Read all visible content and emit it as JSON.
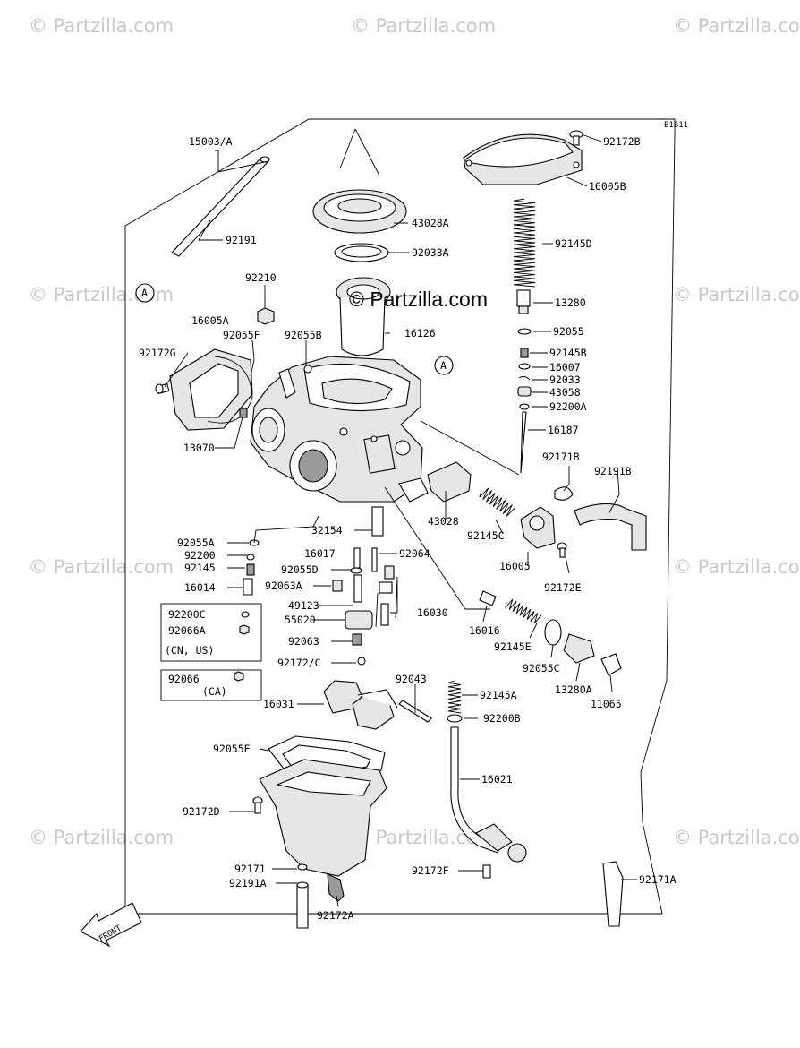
{
  "watermark": "© Partzilla.com",
  "center_watermark": "© Partzilla.com",
  "diagram_code": "E1611",
  "callout_letter": "A",
  "front_label": "FRONT",
  "labels": {
    "15003A": "15003/A",
    "92191": "92191",
    "43028A": "43028A",
    "92033A": "92033A",
    "92172B": "92172B",
    "16005B": "16005B",
    "92145D": "92145D",
    "92210": "92210",
    "13280": "13280",
    "16005A": "16005A",
    "92055F": "92055F",
    "92055B": "92055B",
    "16126": "16126",
    "92055": "92055",
    "92172G": "92172G",
    "92145B": "92145B",
    "16007": "16007",
    "92033": "92033",
    "43058": "43058",
    "92200A": "92200A",
    "13070": "13070",
    "16187": "16187",
    "92171B": "92171B",
    "92191B": "92191B",
    "43028": "43028",
    "92145C": "92145C",
    "32154": "32154",
    "16005": "16005",
    "92055A": "92055A",
    "92200": "92200",
    "16017": "16017",
    "92064": "92064",
    "92145": "92145",
    "92055D": "92055D",
    "92172E": "92172E",
    "16014": "16014",
    "92063A": "92063A",
    "49123": "49123",
    "16030": "16030",
    "55020": "55020",
    "16016": "16016",
    "92145E": "92145E",
    "92063": "92063",
    "92055C": "92055C",
    "921720": "92172/C",
    "13280A": "13280A",
    "11065": "11065",
    "92043": "92043",
    "92145A": "92145A",
    "16031": "16031",
    "92200B": "92200B",
    "92055E": "92055E",
    "16021": "16021",
    "92172D": "92172D",
    "92171": "92171",
    "92172F": "92172F",
    "92191A": "92191A",
    "92172A": "92172A",
    "92171A": "92171A"
  },
  "box1": {
    "line1": "92200C",
    "line2": "92066A",
    "note": "(CN, US)"
  },
  "box2": {
    "line1": "92066",
    "note": "(CA)"
  }
}
